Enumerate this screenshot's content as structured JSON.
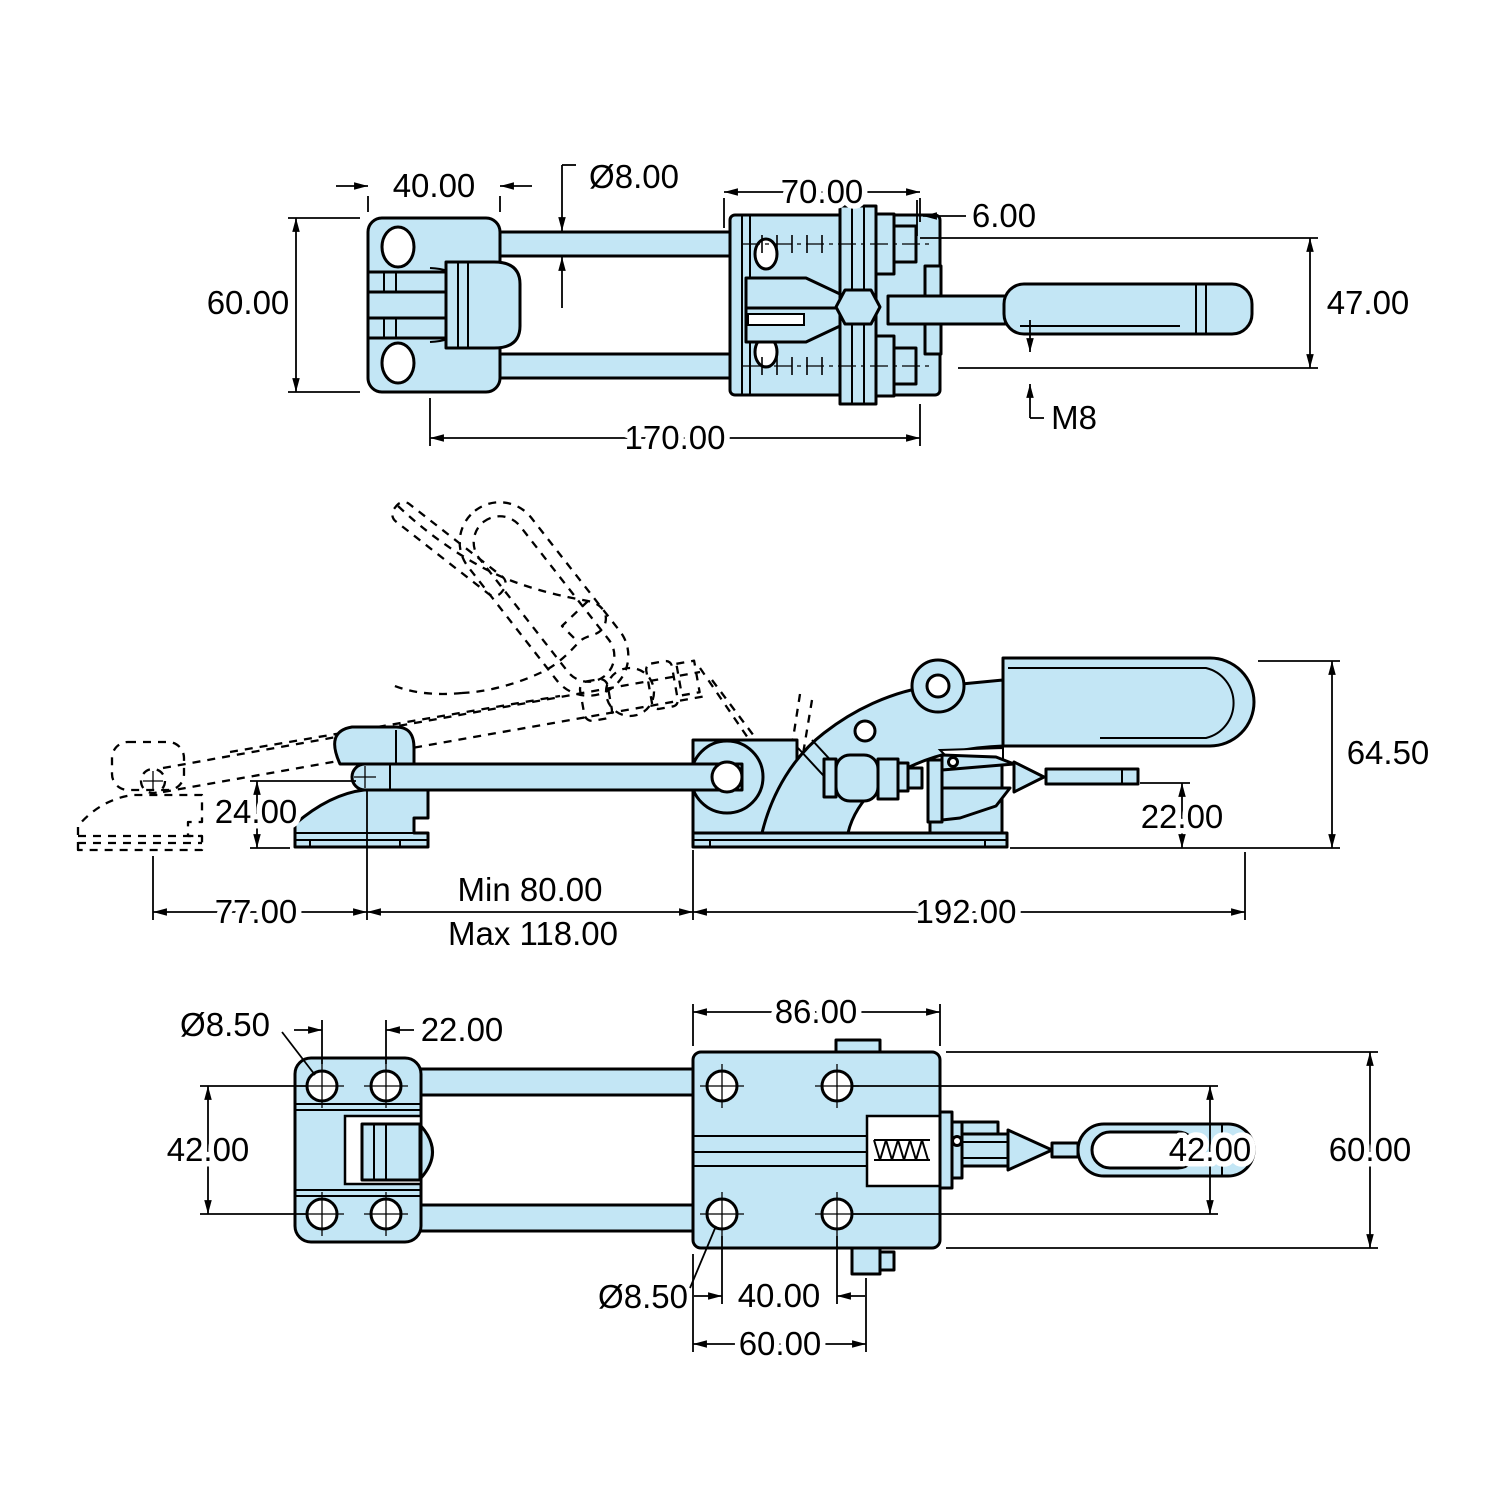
{
  "drawing": {
    "type": "technical-drawing-toggle-latch-clamp",
    "colors": {
      "part_fill": "#C3E6F5",
      "outline": "#000000",
      "background": "#FFFFFF"
    },
    "views": {
      "top": {
        "label-40": "40.00",
        "label-dia8": "Ø8.00",
        "label-70": "70.00",
        "label-6": "6.00",
        "label-60": "60.00",
        "label-47": "47.00",
        "label-170": "170.00",
        "label-m8": "M8"
      },
      "side": {
        "label-64-5": "64.50",
        "label-24": "24.00",
        "label-22": "22.00",
        "label-77": "77.00",
        "label-min": "Min 80.00",
        "label-max": "Max 118.00",
        "label-192": "192.00"
      },
      "bottom": {
        "label-dia85-top": "Ø8.50",
        "label-22": "22.00",
        "label-86": "86.00",
        "label-42-left": "42.00",
        "label-42-right": "42.00",
        "label-60-right": "60.00",
        "label-dia85-bottom": "Ø8.50",
        "label-40": "40.00",
        "label-60-bottom": "60.00"
      }
    }
  }
}
